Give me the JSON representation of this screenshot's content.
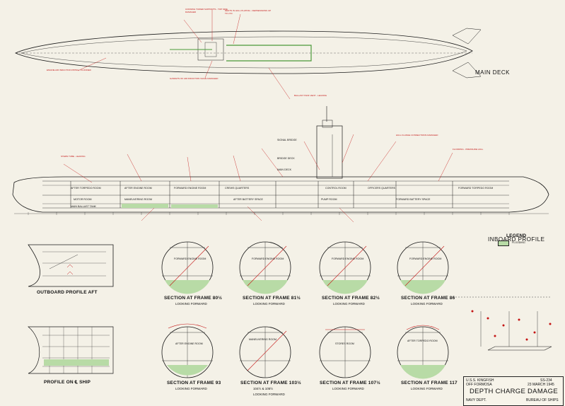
{
  "colors": {
    "ink": "#1a1a1a",
    "annotation": "#c41414",
    "flooding": "#b8dba6",
    "paper": "#f4f1e7"
  },
  "views": {
    "main_deck": "MAIN DECK",
    "inboard_profile": "INBOARD PROFILE",
    "outboard_profile_aft": "OUTBOARD PROFILE AFT",
    "profile_on_ship": "PROFILE ON ℄ SHIP"
  },
  "legend": {
    "title": "LEGEND",
    "flooding": "FLOODING"
  },
  "title_block": {
    "ship": "U.S.S. KINGFISH",
    "location": "OFF FORMOSA",
    "number": "SS-234",
    "date": "23 MARCH 1945",
    "title": "DEPTH CHARGE DAMAGE",
    "dept": "NAVY DEPT.",
    "bureau": "BUREAU OF SHIPS"
  },
  "sections": [
    {
      "title": "SECTION AT FRAME 80½",
      "sub": "LOOKING FORWARD",
      "room": "FORWARD ENGINE ROOM"
    },
    {
      "title": "SECTION AT FRAME 81½",
      "sub": "LOOKING FORWARD",
      "room": "FORWARD ENGINE ROOM"
    },
    {
      "title": "SECTION AT FRAME 82½",
      "sub": "LOOKING FORWARD",
      "room": "FORWARD ENGINE ROOM"
    },
    {
      "title": "SECTION AT FRAME 86",
      "sub": "LOOKING FORWARD",
      "room": "FORWARD ENGINE ROOM"
    },
    {
      "title": "SECTION AT FRAME 93",
      "sub": "LOOKING FORWARD",
      "room": "AFTER ENGINE ROOM"
    },
    {
      "title": "SECTION AT FRAME 103½",
      "sub2": "104½ & 105½",
      "sub": "LOOKING FORWARD",
      "room": "MANEUVERING ROOM"
    },
    {
      "title": "SECTION AT FRAME 107½",
      "sub": "LOOKING FORWARD",
      "room": "STORES ROOM"
    },
    {
      "title": "SECTION AT FRAME 117",
      "sub": "LOOKING FORWARD",
      "room": "AFTER TORPEDO ROOM"
    }
  ],
  "compartments": [
    "AFTER TORPEDO ROOM",
    "AFTER ENGINE ROOM",
    "FORWARD ENGINE ROOM",
    "CREWS QUARTERS",
    "CONTROL ROOM",
    "OFFICERS QUARTERS",
    "FORWARD TORPEDO ROOM",
    "MANEUVERING ROOM",
    "MOTOR ROOM",
    "AFTER BATTERY SPACE",
    "FORWARD BATTERY SPACE",
    "PUMP ROOM",
    "MAIN BALLAST TANK",
    "SIGNAL BRIDGE",
    "BRIDGE DECK",
    "MAIN DECK"
  ],
  "notes": [
    "CONNING TOWER SUPPORTS - TOP SIDE DAMAGED",
    "DENTS IN HULL PLATING - DEPRESSIONS UP TO 2 IN.",
    "ENGINE AIR INDUCTION PIPING - FLOODED",
    "GASKETS OF AIR INDUCTION VALVE DAMAGED",
    "BALLAST TANK VENT - LEAKING",
    "HULL FLANGE CONNECTIONS DAMAGED",
    "STERN TUBE - LEAKING",
    "FLOODING - PRESSURE HULL"
  ]
}
